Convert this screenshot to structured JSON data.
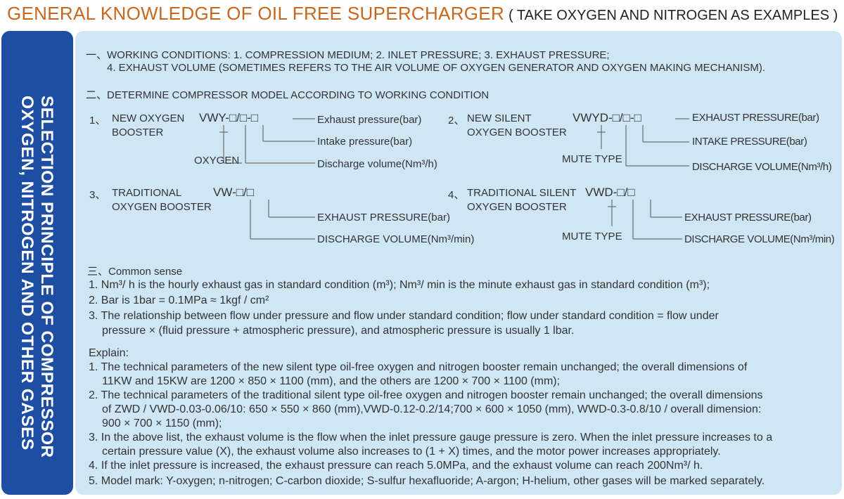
{
  "header": {
    "title": "GENERAL KNOWLEDGE OF OIL FREE SUPERCHARGER",
    "subtitle": "( TAKE OXYGEN AND NITROGEN AS EXAMPLES )"
  },
  "sidebar": {
    "line1": "SELECTION PRINCIPLE OF COMPRESSOR",
    "line2": "OXYGEN, NITROGEN AND OTHER GASES"
  },
  "section1": {
    "line1": "一、WORKING CONDITIONS: 1. COMPRESSION MEDIUM; 2. INLET PRESSURE; 3. EXHAUST PRESSURE;",
    "line2": "4. EXHAUST VOLUME (SOMETIMES REFERS TO THE AIR VOLUME OF OXYGEN GENERATOR AND OXYGEN MAKING MECHANISM)."
  },
  "section2": {
    "heading": "二、DETERMINE COMPRESSOR MODEL ACCORDING TO WORKING CONDITION",
    "m1": {
      "num": "1、",
      "name1": "NEW OXYGEN",
      "name2": "BOOSTER",
      "model": "VWY-□/□-□",
      "l1": "Exhaust pressure(bar)",
      "l2": "Intake pressure(bar)",
      "l3": "Discharge volume(Nm³/h)",
      "mark": "OXYGEN"
    },
    "m2": {
      "num": "2、",
      "name1": "NEW SILENT",
      "name2": "OXYGEN BOOSTER",
      "model": "VWYD-□/□-□",
      "l1": "EXHAUST PRESSURE(bar)",
      "l2": "INTAKE PRESSURE(bar)",
      "l3": "DISCHARGE VOLUME(Nm³/h)",
      "mark": "MUTE TYPE"
    },
    "m3": {
      "num": "3、",
      "name1": "TRADITIONAL",
      "name2": "OXYGEN BOOSTER",
      "model": "VW-□/□",
      "l1": "EXHAUST PRESSURE(bar)",
      "l2": "DISCHARGE VOLUME(Nm³/min)"
    },
    "m4": {
      "num": "4、",
      "name1": "TRADITIONAL SILENT",
      "name2": "OXYGEN BOOSTER",
      "model": "VWD-□/□",
      "l1": "EXHAUST PRESSURE(bar)",
      "l2": "DISCHARGE VOLUME(Nm³/min)",
      "mark": "MUTE TYPE"
    }
  },
  "section3": {
    "heading": "三、Common sense",
    "items": [
      "1. Nm³/ h is the hourly exhaust gas in standard condition (m³); Nm³/ min is the minute exhaust gas in standard condition (m³);",
      "2. Bar is 1bar = 0.1MPa ≈ 1kgf / cm²",
      "3. The relationship between flow under pressure and flow under standard condition; flow under standard condition = flow under",
      "pressure × (fluid pressure + atmospheric pressure), and atmospheric pressure is usually 1 lbar."
    ]
  },
  "explain": {
    "heading": "Explain:",
    "items": [
      "1. The technical parameters of the new silent type oil-free oxygen and nitrogen booster remain unchanged; the overall dimensions of",
      "11KW and 15KW are 1200 × 850 × 1100 (mm), and the others are 1200 × 700 × 1100 (mm);",
      "2. The technical parameters of the traditional silent type oil-free oxygen and nitrogen booster remain unchanged; the overall dimensions",
      "of ZWD / VWD-0.03-0.06/10: 650 × 550 × 860 (mm),VWD-0.12-0.2/14;700 × 600 × 1050 (mm), WWD-0.3-0.8/10 / overall dimension:",
      "900 × 700 × 1150 (mm);",
      "3. In the above list, the exhaust volume is the flow when the inlet pressure gauge pressure is zero. When the inlet pressure increases to a",
      "certain pressure value (X), the exhaust volume also increases to (1 + X) times, and the motor power increases appropriately.",
      "4. If the inlet pressure is increased, the exhaust pressure can reach 5.0MPa, and the exhaust volume can reach 200Nm³/ h.",
      "5. Model mark: Y-oxygen; n-nitrogen; C-carbon dioxide; S-sulfur hexafluoride; A-argon; H-helium, other gases will be marked separately."
    ]
  },
  "colors": {
    "title": "#c8671e",
    "sidebar": "#1e4ea3",
    "panel": "#cfe6f4"
  }
}
